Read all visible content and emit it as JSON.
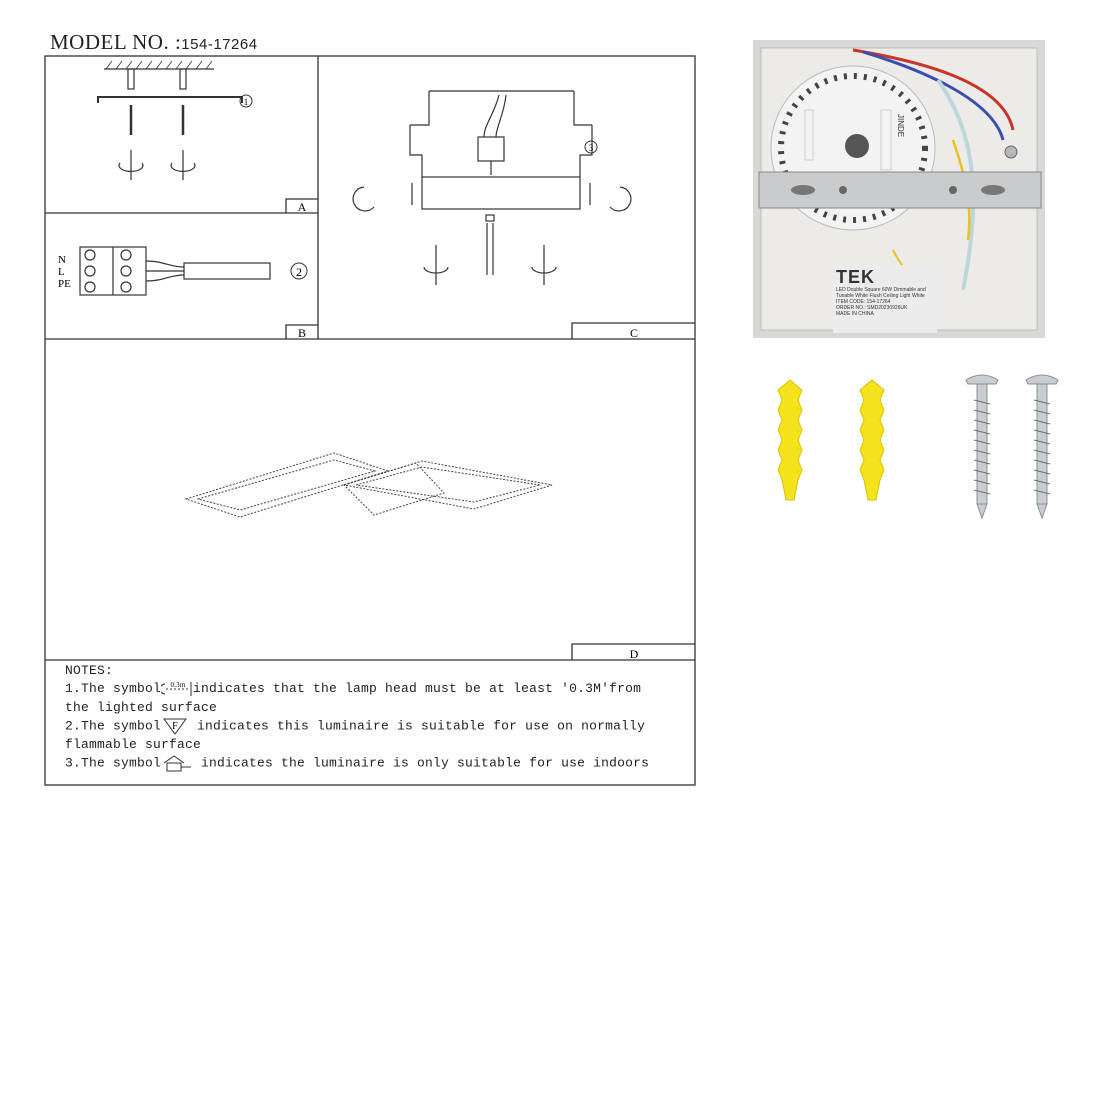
{
  "model": {
    "label": "MODEL NO. :",
    "number": "154-17264"
  },
  "panels": {
    "a": {
      "label": "A",
      "step": "1"
    },
    "b": {
      "label": "B",
      "step": "2",
      "terminals": [
        "N",
        "L",
        "PE"
      ]
    },
    "c": {
      "label": "C",
      "step": "3"
    },
    "d": {
      "label": "D"
    }
  },
  "notes": {
    "heading": "NOTES:",
    "note1_prefix": "1.The symbol",
    "note1_symbol": "0.3m",
    "note1_suffix": "indicates that the lamp head must be at least '0.3M'from",
    "note1_cont": "the lighted surface",
    "note2_prefix": "2.The symbol",
    "note2_symbol": "F",
    "note2_suffix": " indicates this luminaire is suitable for use on normally",
    "note2_cont": "flammable surface",
    "note3_prefix": "3.The symbol",
    "note3_suffix": " indicates the luminaire is only suitable for use indoors"
  },
  "product_label": {
    "brand": "TEK",
    "line1": "LED Double Square 60W Dimmable and",
    "line2": "Tunable White Flush Ceiling Light White",
    "line3": "ITEM CODE: 154-17264",
    "line4": "ORDER NO.: SMD20230926UK",
    "line5": "MADE IN CHINA"
  },
  "driver_brand": "JINDE",
  "colors": {
    "wire_red": "#c8352b",
    "wire_blue": "#3a4fb0",
    "wire_yellow": "#e8c21e",
    "anchor_yellow": "#f4e21a",
    "screw_silver": "#c9cdd2"
  }
}
